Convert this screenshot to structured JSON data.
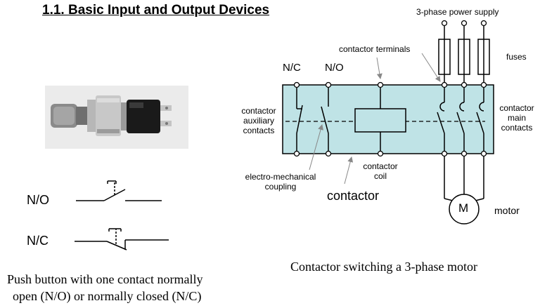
{
  "title": "1.1. Basic Input and Output Devices",
  "left": {
    "no_label": "N/O",
    "nc_label": "N/C",
    "caption_line1": "Push button with one contact normally",
    "caption_line2": "open (N/O) or normally closed (N/C)"
  },
  "right": {
    "power_supply": "3-phase power supply",
    "contactor_terminals": "contactor terminals",
    "fuses": "fuses",
    "nc_top": "N/C",
    "no_top": "N/O",
    "aux_contacts": [
      "contactor",
      "auxiliary",
      "contacts"
    ],
    "main_contacts": [
      "contactor",
      "main",
      "contacts"
    ],
    "coupling": [
      "electro-mechanical",
      "coupling"
    ],
    "coil": [
      "contactor",
      "coil"
    ],
    "contactor": "contactor",
    "motor_symbol": "M",
    "motor": "motor",
    "caption": "Contactor switching a 3-phase motor"
  },
  "colors": {
    "contactor_fill": "#bfe3e6",
    "arrow": "#888888"
  }
}
